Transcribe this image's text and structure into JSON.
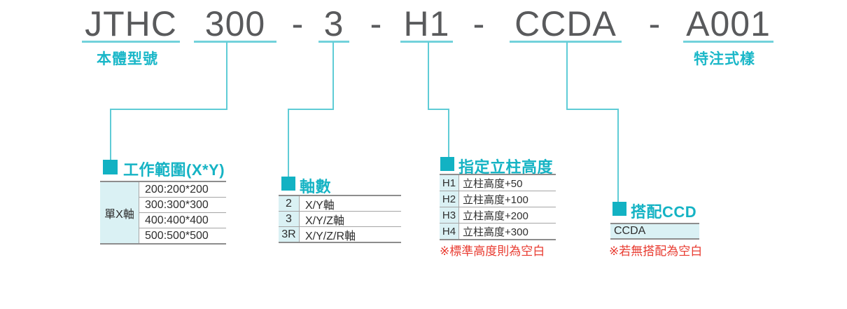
{
  "title": {
    "seg1": "JTHC",
    "seg2": "300",
    "seg3": "3",
    "seg4": "H1",
    "seg5": "CCDA",
    "seg6": "A001",
    "dash": "-",
    "label_left": "本體型號",
    "label_right": "特注式樣"
  },
  "section1": {
    "heading": "工作範圍(X*Y)",
    "row_header": "單X軸",
    "rows": [
      "200:200*200",
      "300:300*300",
      "400:400*400",
      "500:500*500"
    ]
  },
  "section2": {
    "heading": "軸數",
    "rows": [
      {
        "code": "2",
        "desc": "X/Y軸"
      },
      {
        "code": "3",
        "desc": "X/Y/Z軸"
      },
      {
        "code": "3R",
        "desc": "X/Y/Z/R軸"
      }
    ]
  },
  "section3": {
    "heading": "指定立柱高度",
    "rows": [
      {
        "code": "H1",
        "desc": "立柱高度+50"
      },
      {
        "code": "H2",
        "desc": "立柱高度+100"
      },
      {
        "code": "H3",
        "desc": "立柱高度+200"
      },
      {
        "code": "H4",
        "desc": "立柱高度+300"
      }
    ],
    "note": "※標準高度則為空白"
  },
  "section4": {
    "heading": "搭配CCD",
    "value": "CCDA",
    "note": "※若無搭配為空白"
  },
  "colors": {
    "teal_accent": "#12b2c3",
    "teal_line": "#5fccd6",
    "cell_background": "#daf1f4",
    "code_text_gray": "#595a5c",
    "note_red": "#e83a2f",
    "border_gray": "#8d8d8d"
  }
}
